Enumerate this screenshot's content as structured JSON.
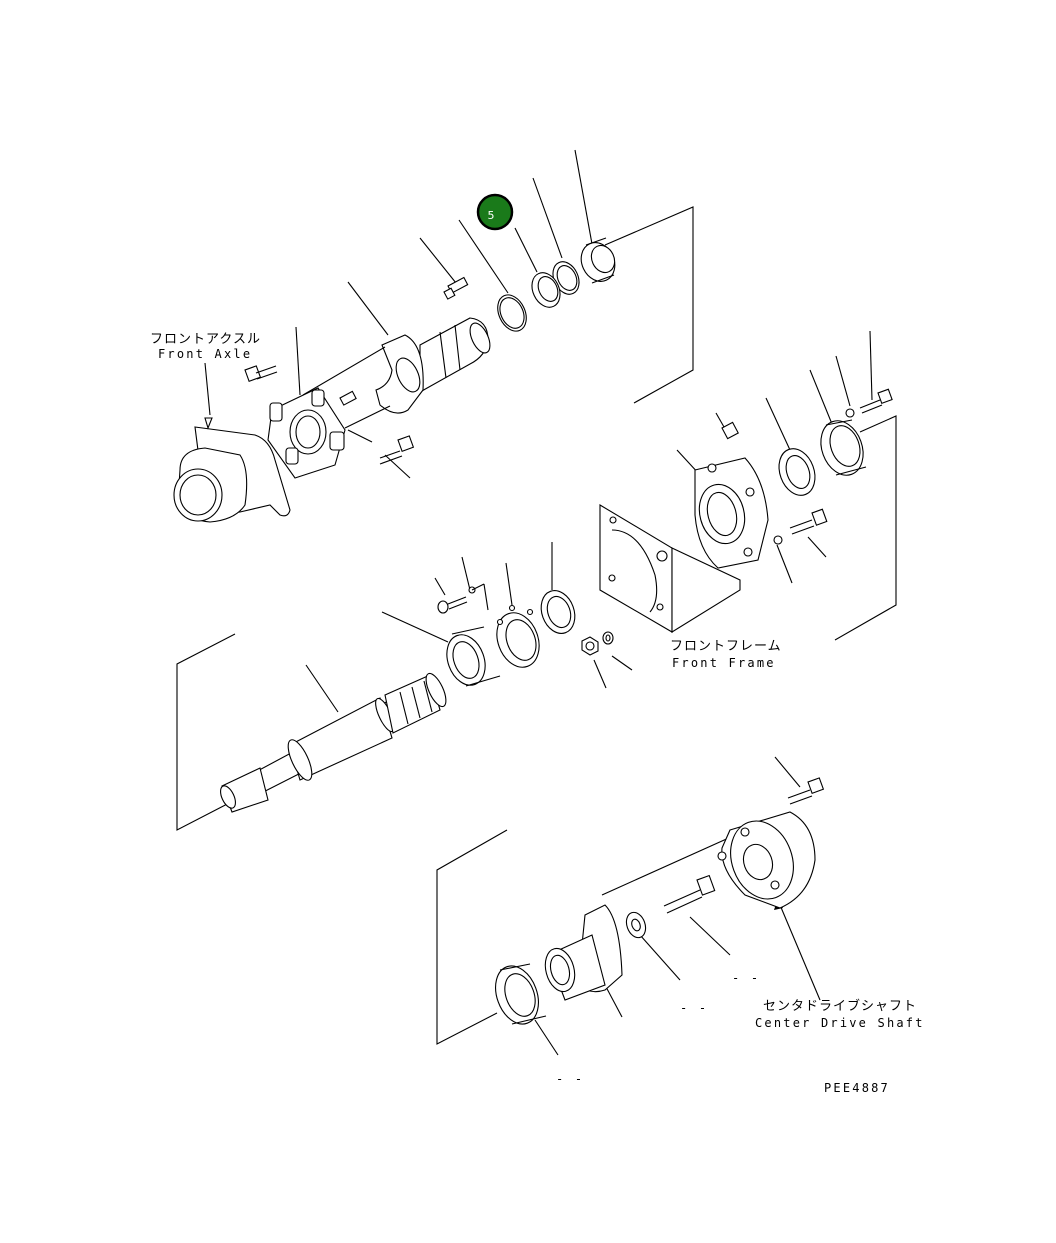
{
  "labels": {
    "front_axle_jp": "フロントアクスル",
    "front_axle_en": "Front Axle",
    "front_frame_jp": "フロントフレーム",
    "front_frame_en": "Front Frame",
    "center_drive_jp": "センタドライブシャフト",
    "center_drive_en": "Center Drive Shaft",
    "drawing_code": "PEE4887"
  },
  "callout": {
    "number": "5",
    "color": "#1a7a1a"
  },
  "dashes": [
    "- -",
    "- -",
    "- -"
  ]
}
